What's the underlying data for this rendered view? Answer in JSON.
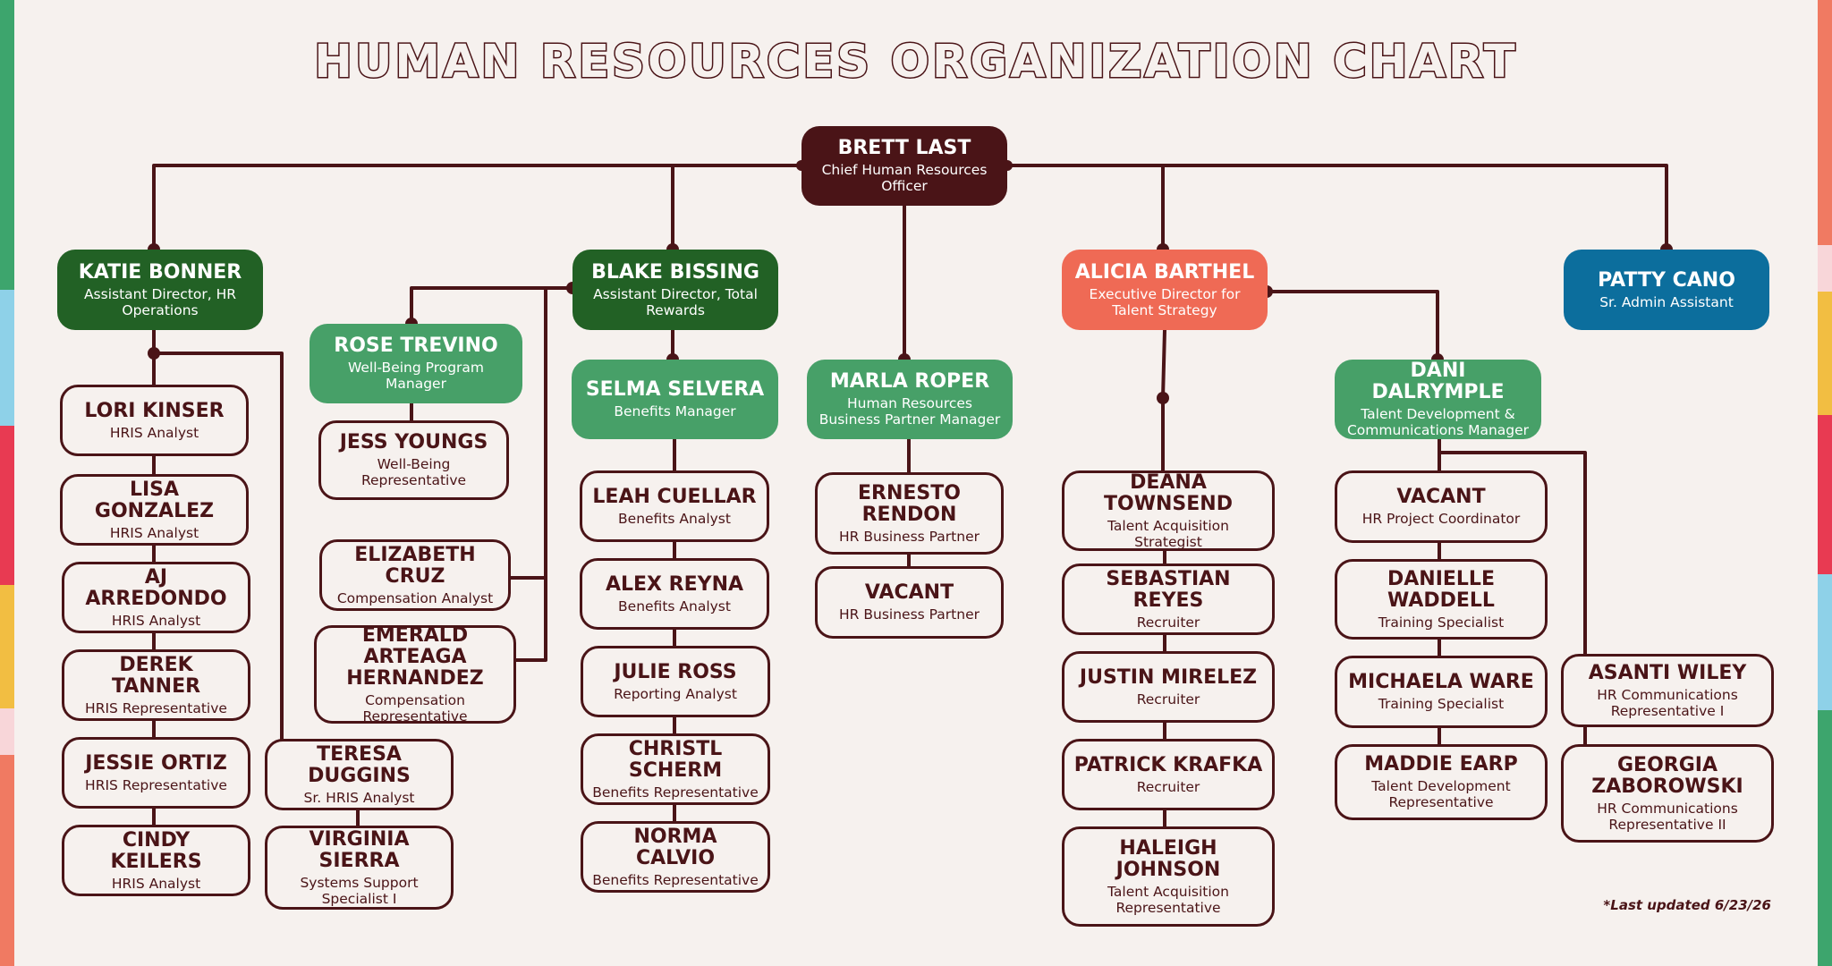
{
  "title": "HUMAN RESOURCES ORGANIZATION CHART",
  "footnote": "*Last updated 6/23/26",
  "colors": {
    "dark": "#4A1417",
    "background": "#F6F1EE",
    "dark_green": "#226125",
    "green": "#47A068",
    "coral": "#EF6A55",
    "blue": "#0C6E9D"
  },
  "nodes": {
    "brett": {
      "name": "BRETT LAST",
      "role": "Chief Human Resources Officer"
    },
    "katie": {
      "name": "KATIE BONNER",
      "role": "Assistant Director, HR Operations"
    },
    "blake": {
      "name": "BLAKE BISSING",
      "role": "Assistant Director, Total Rewards"
    },
    "marla": {
      "name": "MARLA ROPER",
      "role": "Human Resources Business Partner Manager"
    },
    "alicia": {
      "name": "ALICIA BARTHEL",
      "role": "Executive Director for Talent Strategy"
    },
    "patty": {
      "name": "PATTY CANO",
      "role": "Sr. Admin Assistant"
    },
    "rose": {
      "name": "ROSE TREVINO",
      "role": "Well-Being Program Manager"
    },
    "selma": {
      "name": "SELMA SELVERA",
      "role": "Benefits Manager"
    },
    "dani": {
      "name": "DANI DALRYMPLE",
      "role": "Talent Development & Communications Manager"
    },
    "lori": {
      "name": "LORI KINSER",
      "role": "HRIS Analyst"
    },
    "lisa": {
      "name": "LISA GONZALEZ",
      "role": "HRIS Analyst"
    },
    "aj": {
      "name": "AJ ARREDONDO",
      "role": "HRIS Analyst"
    },
    "derek": {
      "name": "DEREK TANNER",
      "role": "HRIS Representative"
    },
    "jessie": {
      "name": "JESSIE ORTIZ",
      "role": "HRIS Representative"
    },
    "cindy": {
      "name": "CINDY KEILERS",
      "role": "HRIS Analyst"
    },
    "teresa": {
      "name": "TERESA DUGGINS",
      "role": "Sr. HRIS Analyst"
    },
    "virginia": {
      "name": "VIRGINIA SIERRA",
      "role": "Systems Support Specialist I"
    },
    "jess": {
      "name": "JESS YOUNGS",
      "role": "Well-Being Representative"
    },
    "elizabeth": {
      "name": "ELIZABETH CRUZ",
      "role": "Compensation Analyst"
    },
    "emerald": {
      "name": "EMERALD ARTEAGA HERNANDEZ",
      "role": "Compensation Representative"
    },
    "leah": {
      "name": "LEAH CUELLAR",
      "role": "Benefits Analyst"
    },
    "alex": {
      "name": "ALEX REYNA",
      "role": "Benefits Analyst"
    },
    "julie": {
      "name": "JULIE ROSS",
      "role": "Reporting Analyst"
    },
    "christl": {
      "name": "CHRISTL SCHERM",
      "role": "Benefits Representative"
    },
    "norma": {
      "name": "NORMA CALVIO",
      "role": "Benefits Representative"
    },
    "ernesto": {
      "name": "ERNESTO RENDON",
      "role": "HR Business Partner"
    },
    "vacant_hrbp": {
      "name": "VACANT",
      "role": "HR Business Partner"
    },
    "deana": {
      "name": "DEANA TOWNSEND",
      "role": "Talent Acquisition Strategist"
    },
    "sebastian": {
      "name": "SEBASTIAN REYES",
      "role": "Recruiter"
    },
    "justin": {
      "name": "JUSTIN MIRELEZ",
      "role": "Recruiter"
    },
    "patrick": {
      "name": "PATRICK KRAFKA",
      "role": "Recruiter"
    },
    "haleigh": {
      "name": "HALEIGH JOHNSON",
      "role": "Talent Acquisition Representative"
    },
    "vacant_hrpc": {
      "name": "VACANT",
      "role": "HR Project Coordinator"
    },
    "danielle": {
      "name": "DANIELLE WADDELL",
      "role": "Training Specialist"
    },
    "michaela": {
      "name": "MICHAELA WARE",
      "role": "Training Specialist"
    },
    "maddie": {
      "name": "MADDIE EARP",
      "role": "Talent Development Representative"
    },
    "asanti": {
      "name": "ASANTI WILEY",
      "role": "HR Communications Representative I"
    },
    "georgia": {
      "name": "GEORGIA ZABOROWSKI",
      "role": "HR Communications Representative II"
    }
  }
}
